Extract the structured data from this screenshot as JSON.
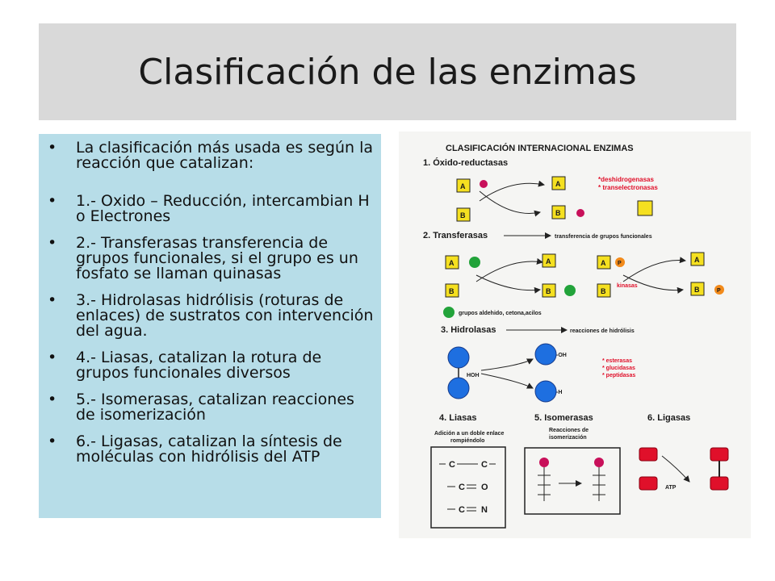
{
  "slide": {
    "title": "Clasificación de las enzimas",
    "bullets": [
      "La clasificación  más usada es según la reacción que catalizan:",
      "1.- Oxido – Reducción, intercambian H o Electrones",
      "2.- Transferasas transferencia de grupos funcionales, si el grupo es un fosfato se llaman quinasas",
      "3.- Hidrolasas hidrólisis (roturas de enlaces) de sustratos con intervención del agua.",
      "4.- Liasas, catalizan la rotura de grupos funcionales diversos",
      "5.- Isomerasas, catalizan reacciones de isomerización",
      "6.- Ligasas, catalizan la síntesis de moléculas con hidrólisis del ATP"
    ]
  },
  "figure": {
    "heading": "CLASIFICACIÓN INTERNACIONAL ENZIMAS",
    "sec1": "1. Óxido-reductasas",
    "sec1_notes": [
      "*deshidrogenasas",
      "* transelectronasas"
    ],
    "sec2": "2. Transferasas",
    "sec2_caption": "transferencia de grupos funcionales",
    "kinasas": "kinasas",
    "groups_caption": "grupos aldehido, cetona,acilos",
    "sec3": "3. Hidrolasas",
    "sec3_caption": "reacciones de hidrólisis",
    "sec3_notes": [
      "* esterasas",
      "* glucidasas",
      "* peptidasas"
    ],
    "hoh": "HOH",
    "oh": "-OH",
    "h": "-H",
    "sec4": "4. Liasas",
    "sec5": "5. Isomerasas",
    "sec6": "6. Ligasas",
    "liasas_caption": [
      "Adición a un doble enlace",
      "rompiéndolo"
    ],
    "isom_caption": [
      "Reacciones de",
      "isomerización"
    ],
    "atp": "ATP",
    "letter_a": "A",
    "letter_b": "B",
    "letter_p": "P",
    "chem": [
      "C",
      "C",
      "C",
      "O",
      "C",
      "N"
    ],
    "colors": {
      "yellow": "#f5e020",
      "green": "#22a33a",
      "blue": "#1e6fe0",
      "red": "#e0102a",
      "magenta": "#c8105a",
      "orange": "#f28a1a"
    }
  }
}
